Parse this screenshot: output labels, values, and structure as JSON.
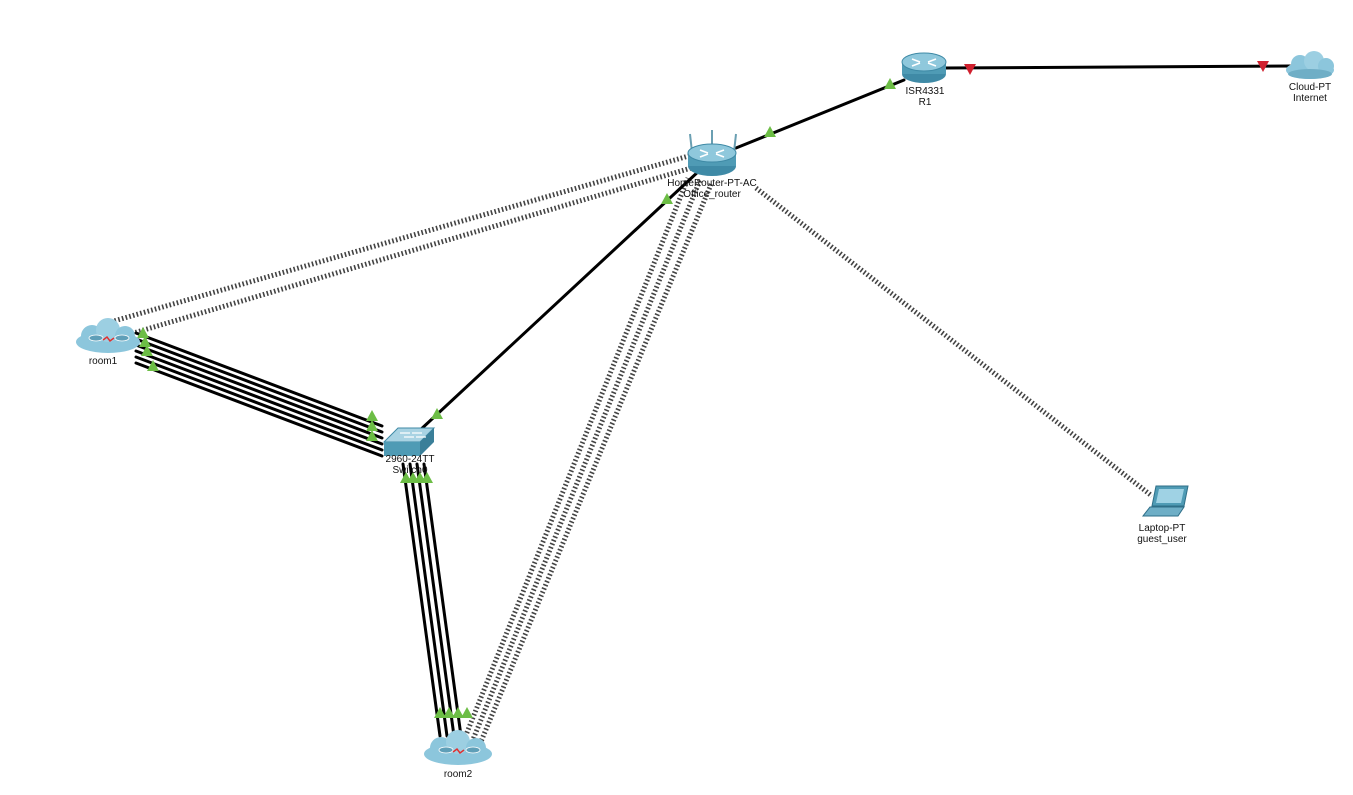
{
  "colors": {
    "link_up": "#6cbd45",
    "link_down": "#d0202e",
    "cable": "#000000",
    "device_body": "#4f9bb5",
    "device_light": "#b9dbe8",
    "cloud": "#8cc6dc"
  },
  "devices": {
    "r1": {
      "model": "ISR4331",
      "name": "R1",
      "icon": "router-icon"
    },
    "internet": {
      "model": "Cloud-PT",
      "name": "Internet",
      "icon": "cloud-icon"
    },
    "office_router": {
      "model": "HomeRouter-PT-AC",
      "name": "Office_router",
      "icon": "wireless-router-icon"
    },
    "switch0": {
      "model": "2960-24TT",
      "name": "Switch0",
      "icon": "switch-icon"
    },
    "room1": {
      "name": "room1",
      "icon": "cluster-cloud-icon"
    },
    "room2": {
      "name": "room2",
      "icon": "cluster-cloud-icon"
    },
    "guest_user": {
      "model": "Laptop-PT",
      "name": "guest_user",
      "icon": "laptop-icon"
    }
  },
  "links": [
    {
      "from": "r1",
      "to": "internet",
      "type": "copper",
      "status": "down"
    },
    {
      "from": "office_router",
      "to": "r1",
      "type": "copper",
      "status": "up"
    },
    {
      "from": "office_router",
      "to": "switch0",
      "type": "copper",
      "status": "up"
    },
    {
      "from": "room1",
      "to": "switch0",
      "type": "copper",
      "count": 6,
      "status": "up"
    },
    {
      "from": "switch0",
      "to": "room2",
      "type": "copper",
      "count": 4,
      "status": "up"
    },
    {
      "from": "office_router",
      "to": "room1",
      "type": "wireless",
      "count": 2
    },
    {
      "from": "office_router",
      "to": "room2",
      "type": "wireless",
      "count": 3
    },
    {
      "from": "office_router",
      "to": "guest_user",
      "type": "wireless",
      "count": 1
    }
  ]
}
